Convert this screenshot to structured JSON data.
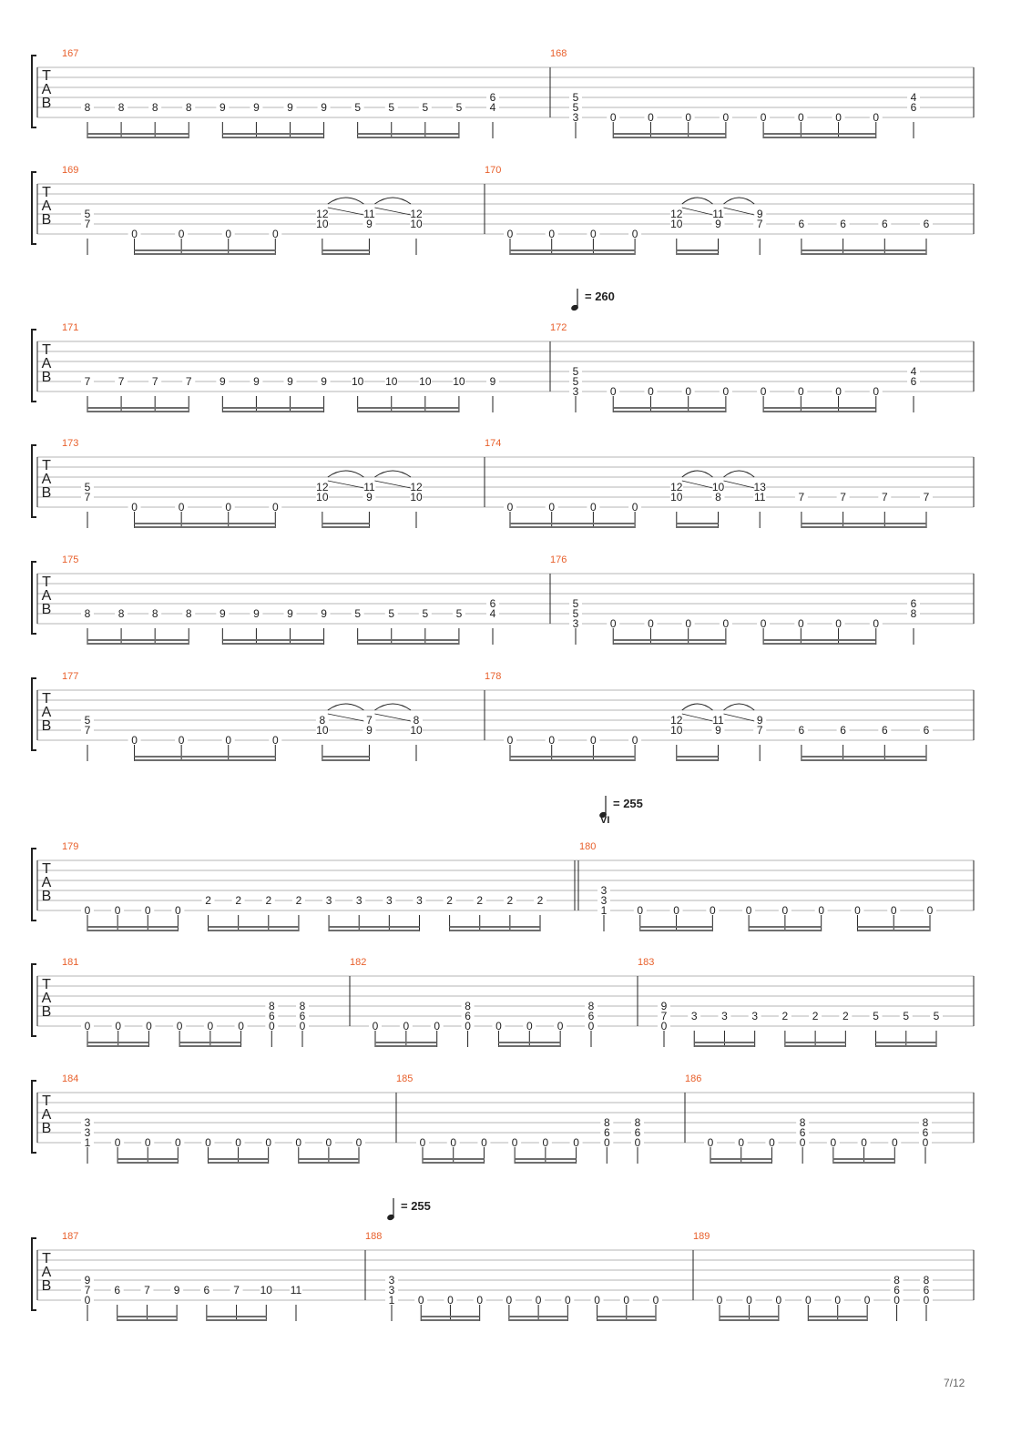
{
  "page_number": "7/12",
  "colors": {
    "bar_number": "#e8602c",
    "staff_line": "#b4b4b4",
    "notation": "#222222",
    "beam": "#6e6e6e",
    "tempo_text": "#222222"
  },
  "systems": [
    {
      "measures": [
        {
          "number": "167",
          "columns": [
            [
              "8"
            ],
            [
              "8"
            ],
            [
              "8"
            ],
            [
              "8"
            ],
            [
              "9"
            ],
            [
              "9"
            ],
            [
              "9"
            ],
            [
              "9"
            ],
            [
              "5"
            ],
            [
              "5"
            ],
            [
              "5"
            ],
            [
              "5"
            ],
            [
              "6",
              "4"
            ]
          ]
        },
        {
          "number": "168",
          "columns": [
            [
              "5",
              "5",
              "3"
            ],
            [
              "0"
            ],
            [
              "0"
            ],
            [
              "0"
            ],
            [
              "0"
            ],
            [
              "0"
            ],
            [
              "0"
            ],
            [
              "0"
            ],
            [
              "0"
            ],
            [
              "4",
              "6"
            ]
          ]
        }
      ]
    },
    {
      "measures": [
        {
          "number": "169",
          "columns": [
            [
              "5",
              "7"
            ],
            [
              "0"
            ],
            [
              "0"
            ],
            [
              "0"
            ],
            [
              "0"
            ],
            [
              "12",
              "10"
            ],
            [
              "11",
              "9"
            ],
            [
              "12",
              "10"
            ]
          ],
          "slurs": true
        },
        {
          "number": "170",
          "columns": [
            [
              "0"
            ],
            [
              "0"
            ],
            [
              "0"
            ],
            [
              "0"
            ],
            [
              "12",
              "10"
            ],
            [
              "11",
              "9"
            ],
            [
              "9",
              "7"
            ],
            [
              "6"
            ],
            [
              "6"
            ],
            [
              "6"
            ],
            [
              "6"
            ]
          ],
          "slurs": true
        }
      ]
    },
    {
      "tempo": "= 260",
      "measures": [
        {
          "number": "171",
          "columns": [
            [
              "7"
            ],
            [
              "7"
            ],
            [
              "7"
            ],
            [
              "7"
            ],
            [
              "9"
            ],
            [
              "9"
            ],
            [
              "9"
            ],
            [
              "9"
            ],
            [
              "10"
            ],
            [
              "10"
            ],
            [
              "10"
            ],
            [
              "10"
            ],
            [
              "9"
            ]
          ]
        },
        {
          "number": "172",
          "columns": [
            [
              "5",
              "5",
              "3"
            ],
            [
              "0"
            ],
            [
              "0"
            ],
            [
              "0"
            ],
            [
              "0"
            ],
            [
              "0"
            ],
            [
              "0"
            ],
            [
              "0"
            ],
            [
              "0"
            ],
            [
              "4",
              "6"
            ]
          ]
        }
      ]
    },
    {
      "measures": [
        {
          "number": "173",
          "columns": [
            [
              "5",
              "7"
            ],
            [
              "0"
            ],
            [
              "0"
            ],
            [
              "0"
            ],
            [
              "0"
            ],
            [
              "12",
              "10"
            ],
            [
              "11",
              "9"
            ],
            [
              "12",
              "10"
            ]
          ],
          "slurs": true
        },
        {
          "number": "174",
          "columns": [
            [
              "0"
            ],
            [
              "0"
            ],
            [
              "0"
            ],
            [
              "0"
            ],
            [
              "12",
              "10"
            ],
            [
              "10",
              "8"
            ],
            [
              "13",
              "11"
            ],
            [
              "7"
            ],
            [
              "7"
            ],
            [
              "7"
            ],
            [
              "7"
            ]
          ],
          "slurs": true
        }
      ]
    },
    {
      "measures": [
        {
          "number": "175",
          "columns": [
            [
              "8"
            ],
            [
              "8"
            ],
            [
              "8"
            ],
            [
              "8"
            ],
            [
              "9"
            ],
            [
              "9"
            ],
            [
              "9"
            ],
            [
              "9"
            ],
            [
              "5"
            ],
            [
              "5"
            ],
            [
              "5"
            ],
            [
              "5"
            ],
            [
              "6",
              "4"
            ]
          ]
        },
        {
          "number": "176",
          "columns": [
            [
              "5",
              "5",
              "3"
            ],
            [
              "0"
            ],
            [
              "0"
            ],
            [
              "0"
            ],
            [
              "0"
            ],
            [
              "0"
            ],
            [
              "0"
            ],
            [
              "0"
            ],
            [
              "0"
            ],
            [
              "6",
              "8"
            ]
          ]
        }
      ]
    },
    {
      "measures": [
        {
          "number": "177",
          "columns": [
            [
              "5",
              "7"
            ],
            [
              "0"
            ],
            [
              "0"
            ],
            [
              "0"
            ],
            [
              "0"
            ],
            [
              "8",
              "10"
            ],
            [
              "7",
              "9"
            ],
            [
              "8",
              "10"
            ]
          ],
          "slurs": true
        },
        {
          "number": "178",
          "columns": [
            [
              "0"
            ],
            [
              "0"
            ],
            [
              "0"
            ],
            [
              "0"
            ],
            [
              "12",
              "10"
            ],
            [
              "11",
              "9"
            ],
            [
              "9",
              "7"
            ],
            [
              "6"
            ],
            [
              "6"
            ],
            [
              "6"
            ],
            [
              "6"
            ]
          ],
          "slurs": true
        }
      ]
    },
    {
      "tempo": "= 255",
      "tempo_extra": "VI",
      "measures": [
        {
          "number": "179",
          "columns": [
            [
              "0"
            ],
            [
              "0"
            ],
            [
              "0"
            ],
            [
              "0"
            ],
            [
              "2"
            ],
            [
              "2"
            ],
            [
              "2"
            ],
            [
              "2"
            ],
            [
              "3"
            ],
            [
              "3"
            ],
            [
              "3"
            ],
            [
              "3"
            ],
            [
              "2"
            ],
            [
              "2"
            ],
            [
              "2"
            ],
            [
              "2"
            ]
          ]
        },
        {
          "number": "180",
          "columns": [
            [
              "3",
              "3",
              "1"
            ],
            [
              "0"
            ],
            [
              "0"
            ],
            [
              "0"
            ],
            [
              "0"
            ],
            [
              "0"
            ],
            [
              "0"
            ],
            [
              "0"
            ],
            [
              "0"
            ],
            [
              "0"
            ]
          ]
        }
      ]
    },
    {
      "measures": [
        {
          "number": "181",
          "columns": [
            [
              "0"
            ],
            [
              "0"
            ],
            [
              "0"
            ],
            [
              "0"
            ],
            [
              "0"
            ],
            [
              "0"
            ],
            [
              "8",
              "6",
              "0"
            ],
            [
              "8",
              "6",
              "0"
            ]
          ]
        },
        {
          "number": "182",
          "columns": [
            [
              "0"
            ],
            [
              "0"
            ],
            [
              "0"
            ],
            [
              "8",
              "6",
              "0"
            ],
            [
              "0"
            ],
            [
              "0"
            ],
            [
              "0"
            ],
            [
              "8",
              "6",
              "0"
            ]
          ]
        },
        {
          "number": "183",
          "columns": [
            [
              "9",
              "7",
              "0"
            ],
            [
              "3"
            ],
            [
              "3"
            ],
            [
              "3"
            ],
            [
              "2"
            ],
            [
              "2"
            ],
            [
              "2"
            ],
            [
              "5"
            ],
            [
              "5"
            ],
            [
              "5"
            ]
          ]
        }
      ]
    },
    {
      "measures": [
        {
          "number": "184",
          "columns": [
            [
              "3",
              "3",
              "1"
            ],
            [
              "0"
            ],
            [
              "0"
            ],
            [
              "0"
            ],
            [
              "0"
            ],
            [
              "0"
            ],
            [
              "0"
            ],
            [
              "0"
            ],
            [
              "0"
            ],
            [
              "0"
            ]
          ]
        },
        {
          "number": "185",
          "columns": [
            [
              "0"
            ],
            [
              "0"
            ],
            [
              "0"
            ],
            [
              "0"
            ],
            [
              "0"
            ],
            [
              "0"
            ],
            [
              "8",
              "6",
              "0"
            ],
            [
              "8",
              "6",
              "0"
            ]
          ]
        },
        {
          "number": "186",
          "columns": [
            [
              "0"
            ],
            [
              "0"
            ],
            [
              "0"
            ],
            [
              "8",
              "6",
              "0"
            ],
            [
              "0"
            ],
            [
              "0"
            ],
            [
              "0"
            ],
            [
              "8",
              "6",
              "0"
            ]
          ]
        }
      ]
    },
    {
      "tempo": "= 255",
      "measures": [
        {
          "number": "187",
          "columns": [
            [
              "9",
              "7",
              "0"
            ],
            [
              "6"
            ],
            [
              "7"
            ],
            [
              "9"
            ],
            [
              "6"
            ],
            [
              "7"
            ],
            [
              "10"
            ],
            [
              "11"
            ]
          ]
        },
        {
          "number": "188",
          "columns": [
            [
              "3",
              "3",
              "1"
            ],
            [
              "0"
            ],
            [
              "0"
            ],
            [
              "0"
            ],
            [
              "0"
            ],
            [
              "0"
            ],
            [
              "0"
            ],
            [
              "0"
            ],
            [
              "0"
            ],
            [
              "0"
            ]
          ]
        },
        {
          "number": "189",
          "columns": [
            [
              "0"
            ],
            [
              "0"
            ],
            [
              "0"
            ],
            [
              "0"
            ],
            [
              "0"
            ],
            [
              "0"
            ],
            [
              "8",
              "6",
              "0"
            ],
            [
              "8",
              "6",
              "0"
            ]
          ]
        }
      ]
    }
  ],
  "tab_letters": [
    "T",
    "A",
    "B"
  ]
}
